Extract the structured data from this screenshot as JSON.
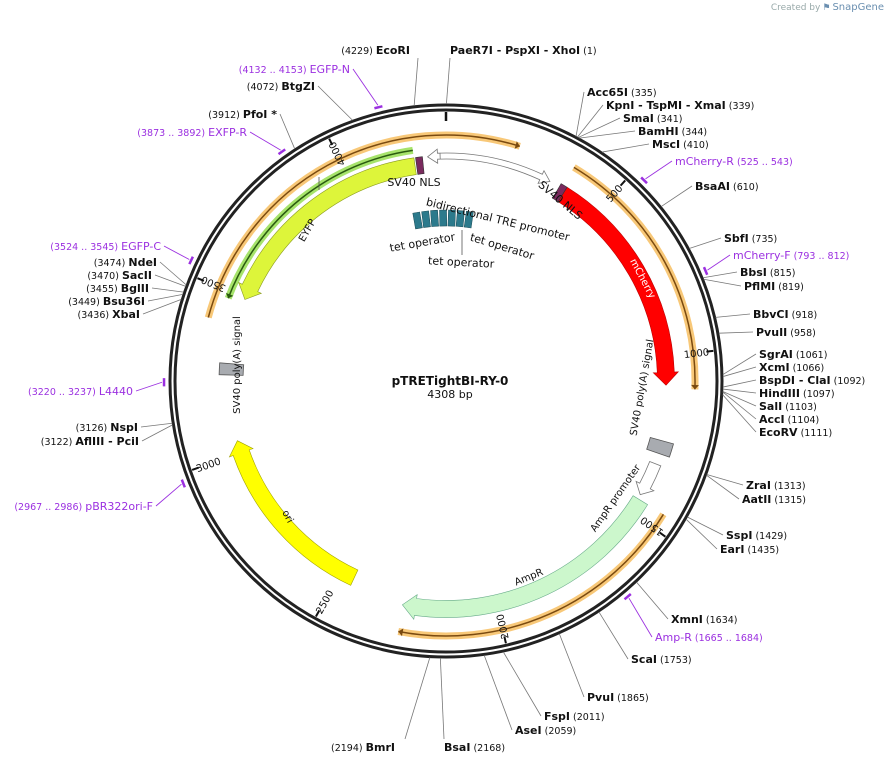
{
  "credit": {
    "prefix": "Created by",
    "brand": "SnapGene",
    "icon": "snapgene-logo-icon"
  },
  "plasmid": {
    "name": "pTRETightBI-RY-0",
    "length_label": "4308 bp",
    "length": 4308
  },
  "ticks": [
    500,
    1000,
    1500,
    2000,
    2500,
    3000,
    3500,
    4000
  ],
  "colors": {
    "backbone": "#222222",
    "primer": "#9b30e0",
    "mCherry": "#ff0000",
    "EYFP": "#ddf53a",
    "ori": "#ffff00",
    "AmpR": "#ccf7cc",
    "orf_highlight": "#f8c878",
    "orf_green": "#a6e36b",
    "nls": "#7a2a5e",
    "operator": "#2c7a8c",
    "polyA": "#a8abb0"
  },
  "enzymes": [
    {
      "name": "PaeR7I - PspXI - XhoI",
      "pos": "(1)",
      "bp": 1
    },
    {
      "name": "EcoRI",
      "pos": "(4229)",
      "bp": 4229
    },
    {
      "name": "Acc65I",
      "pos": "(335)",
      "bp": 335
    },
    {
      "name": "KpnI - TspMI - XmaI",
      "pos": "(339)",
      "bp": 339
    },
    {
      "name": "SmaI",
      "pos": "(341)",
      "bp": 341
    },
    {
      "name": "BamHI",
      "pos": "(344)",
      "bp": 344
    },
    {
      "name": "MscI",
      "pos": "(410)",
      "bp": 410
    },
    {
      "name": "BsaAI",
      "pos": "(610)",
      "bp": 610
    },
    {
      "name": "SbfI",
      "pos": "(735)",
      "bp": 735
    },
    {
      "name": "BbsI",
      "pos": "(815)",
      "bp": 815
    },
    {
      "name": "PflMI",
      "pos": "(819)",
      "bp": 819
    },
    {
      "name": "BbvCI",
      "pos": "(918)",
      "bp": 918
    },
    {
      "name": "PvuII",
      "pos": "(958)",
      "bp": 958
    },
    {
      "name": "SgrAI",
      "pos": "(1061)",
      "bp": 1061
    },
    {
      "name": "XcmI",
      "pos": "(1066)",
      "bp": 1066
    },
    {
      "name": "BspDI - ClaI",
      "pos": "(1092)",
      "bp": 1092
    },
    {
      "name": "HindIII",
      "pos": "(1097)",
      "bp": 1097
    },
    {
      "name": "SalI",
      "pos": "(1103)",
      "bp": 1103
    },
    {
      "name": "AccI",
      "pos": "(1104)",
      "bp": 1104
    },
    {
      "name": "EcoRV",
      "pos": "(1111)",
      "bp": 1111
    },
    {
      "name": "ZraI",
      "pos": "(1313)",
      "bp": 1313
    },
    {
      "name": "AatII",
      "pos": "(1315)",
      "bp": 1315
    },
    {
      "name": "SspI",
      "pos": "(1429)",
      "bp": 1429
    },
    {
      "name": "EarI",
      "pos": "(1435)",
      "bp": 1435
    },
    {
      "name": "XmnI",
      "pos": "(1634)",
      "bp": 1634
    },
    {
      "name": "ScaI",
      "pos": "(1753)",
      "bp": 1753
    },
    {
      "name": "PvuI",
      "pos": "(1865)",
      "bp": 1865
    },
    {
      "name": "FspI",
      "pos": "(2011)",
      "bp": 2011
    },
    {
      "name": "AseI",
      "pos": "(2059)",
      "bp": 2059
    },
    {
      "name": "BsaI",
      "pos": "(2168)",
      "bp": 2168
    },
    {
      "name": "BmrI",
      "pos": "(2194)",
      "bp": 2194
    },
    {
      "name": "BtgZI",
      "pos": "(4072)",
      "bp": 4072
    },
    {
      "name": "PfoI *",
      "pos": "(3912)",
      "bp": 3912
    },
    {
      "name": "NdeI",
      "pos": "(3474)",
      "bp": 3474
    },
    {
      "name": "SacII",
      "pos": "(3470)",
      "bp": 3470
    },
    {
      "name": "BglII",
      "pos": "(3455)",
      "bp": 3455
    },
    {
      "name": "Bsu36I",
      "pos": "(3449)",
      "bp": 3449
    },
    {
      "name": "XbaI",
      "pos": "(3436)",
      "bp": 3436
    },
    {
      "name": "NspI",
      "pos": "(3126)",
      "bp": 3126
    },
    {
      "name": "AflIII - PciI",
      "pos": "(3122)",
      "bp": 3122
    }
  ],
  "primers": [
    {
      "name": "mCherry-R",
      "range": "(525 .. 543)",
      "bp": 534
    },
    {
      "name": "mCherry-F",
      "range": "(793 .. 812)",
      "bp": 802
    },
    {
      "name": "Amp-R",
      "range": "(1665 .. 1684)",
      "bp": 1674
    },
    {
      "name": "EGFP-N",
      "range": "(4132 .. 4153)",
      "bp": 4142
    },
    {
      "name": "EXFP-R",
      "range": "(3873 .. 3892)",
      "bp": 3882
    },
    {
      "name": "EGFP-C",
      "range": "(3524 .. 3545)",
      "bp": 3534
    },
    {
      "name": "L4440",
      "range": "(3220 .. 3237)",
      "bp": 3228
    },
    {
      "name": "pBR322ori-F",
      "range": "(2967 .. 2986)",
      "bp": 2976
    }
  ],
  "features": [
    {
      "name": "mCherry",
      "start": 383,
      "end": 1090,
      "dir": "forward",
      "color": "#ff0000"
    },
    {
      "name": "EYFP",
      "start": 3495,
      "end": 4210,
      "dir": "reverse",
      "color": "#ddf53a"
    },
    {
      "name": "ori",
      "start": 2453,
      "end": 3040,
      "dir": "forward",
      "color": "#ffff00"
    },
    {
      "name": "AmpR",
      "start": 1454,
      "end": 2286,
      "dir": "forward",
      "color": "#ccf7cc"
    },
    {
      "name": "AmpR promoter",
      "start": 1335,
      "end": 1440,
      "dir": "forward",
      "color": "#ffffff"
    },
    {
      "name": "SV40 poly(A) signal",
      "start": 1262,
      "end": 1302,
      "color": "#a8abb0"
    },
    {
      "name": "SV40 poly(A) signal",
      "start": 3250,
      "end": 3286,
      "color": "#a8abb0"
    },
    {
      "name": "SV40 NLS",
      "start": 4215,
      "end": 4236,
      "color": "#7a2a5e"
    },
    {
      "name": "SV40 NLS",
      "start": 362,
      "end": 383,
      "color": "#7a2a5e"
    },
    {
      "name": "bidirectional TRE promoter",
      "start": 4252,
      "end": 329,
      "color": "#ffffff"
    },
    {
      "name": "tet operator"
    },
    {
      "name": "tet operator"
    },
    {
      "name": "tet operator"
    }
  ]
}
